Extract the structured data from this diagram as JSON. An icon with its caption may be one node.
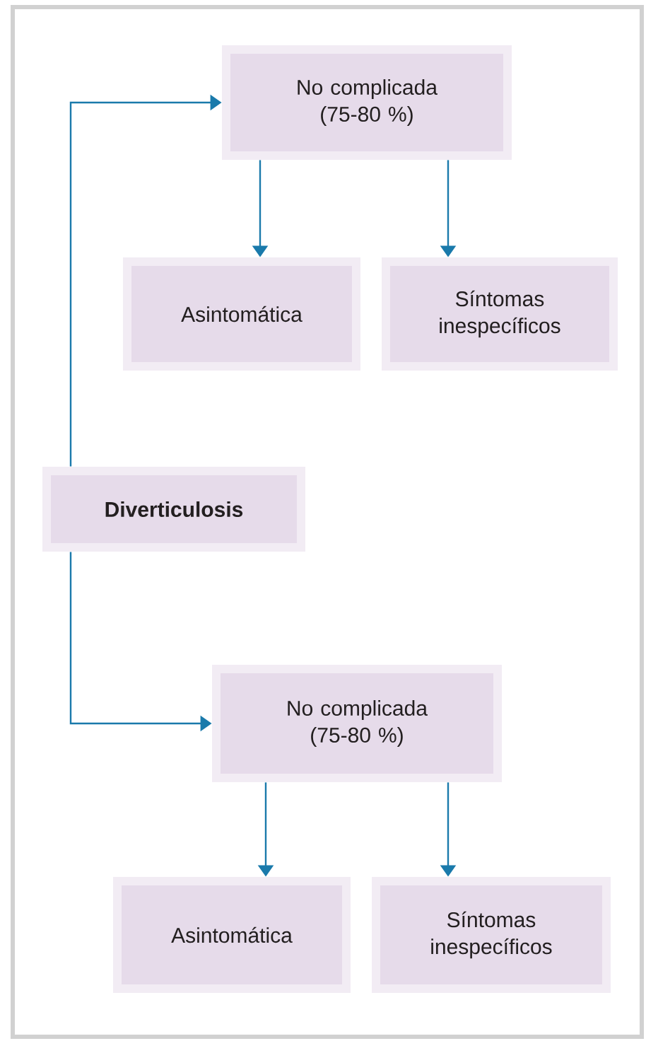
{
  "diagram": {
    "nodes": [
      {
        "text": [
          "No complicada (75-80 %)"
        ]
      },
      {
        "text": [
          "Asintomática"
        ]
      },
      {
        "text": [
          "Síntomas inespecíficos"
        ]
      },
      {
        "text": [
          "Diverticulosis"
        ]
      },
      {
        "text": [
          "No complicada (75-80 %)"
        ]
      },
      {
        "text": [
          "Asintomática"
        ]
      },
      {
        "text": [
          "Síntomas inespecíficos"
        ]
      }
    ],
    "edges": [
      {
        "from": 3,
        "to": 0,
        "arrow": "to"
      },
      {
        "from": 0,
        "to": 1,
        "arrow": "to"
      },
      {
        "from": 0,
        "to": 2,
        "arrow": "to"
      },
      {
        "from": 3,
        "to": 4,
        "arrow": "to"
      },
      {
        "from": 4,
        "to": 5,
        "arrow": "to"
      },
      {
        "from": 4,
        "to": 6,
        "arrow": "to"
      }
    ]
  }
}
